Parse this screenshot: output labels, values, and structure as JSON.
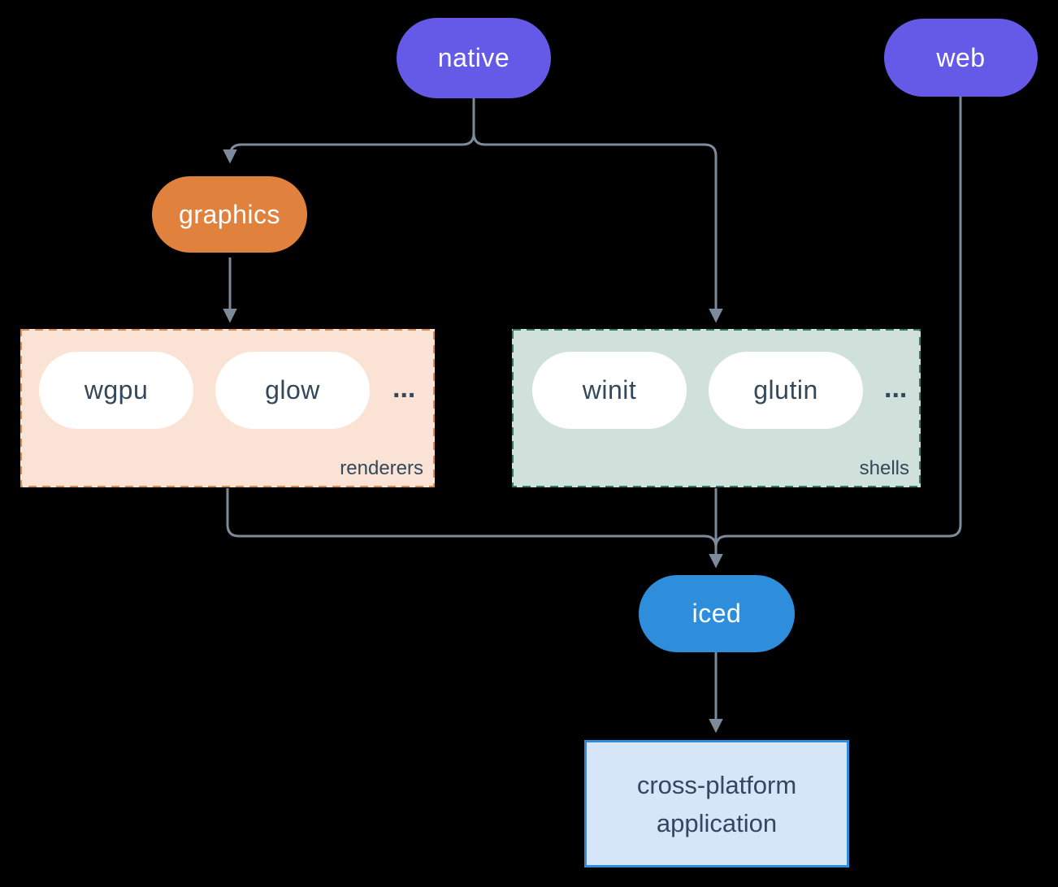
{
  "diagram": {
    "nodes": {
      "native": "native",
      "web": "web",
      "graphics": "graphics",
      "iced": "iced"
    },
    "groups": {
      "renderers": {
        "label": "renderers",
        "items": [
          "wgpu",
          "glow"
        ],
        "more": "..."
      },
      "shells": {
        "label": "shells",
        "items": [
          "winit",
          "glutin"
        ],
        "more": "..."
      }
    },
    "app": {
      "line1": "cross-platform",
      "line2": "application"
    },
    "colors": {
      "platform_pill": "#6559E8",
      "graphics_pill": "#E0823D",
      "iced_pill": "#2E8EDB",
      "renderers_bg": "#FAE3D4",
      "renderers_border": "#DC8A50",
      "shells_bg": "#D0E1DC",
      "shells_border": "#337A6C",
      "app_bg": "#D5E6F8",
      "app_border": "#318BDB",
      "connector": "#7C8A99",
      "dark_text": "#33485A",
      "pill_text": "#FFFFFF",
      "background": "#000000"
    }
  }
}
